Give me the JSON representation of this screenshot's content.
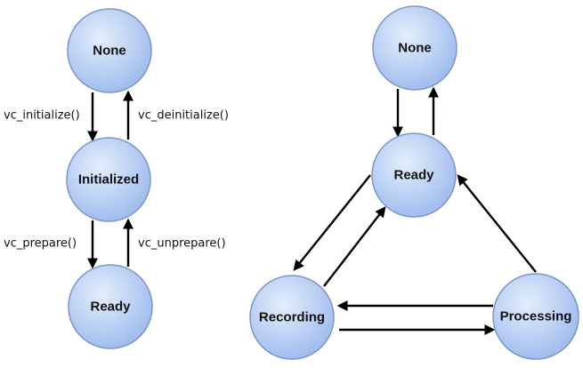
{
  "left_diagram": {
    "nodes": {
      "none": "None",
      "initialized": "Initialized",
      "ready": "Ready"
    },
    "edges": {
      "initialize": "vc_initialize()",
      "deinitialize": "vc_deinitialize()",
      "prepare": "vc_prepare()",
      "unprepare": "vc_unprepare()"
    }
  },
  "right_diagram": {
    "nodes": {
      "none": "None",
      "ready": "Ready",
      "recording": "Recording",
      "processing": "Processing"
    }
  },
  "colors": {
    "node_fill_light": "#e4eefc",
    "node_fill_dark": "#97b6ec",
    "node_stroke": "#7d95c6",
    "edge": "#000000"
  }
}
